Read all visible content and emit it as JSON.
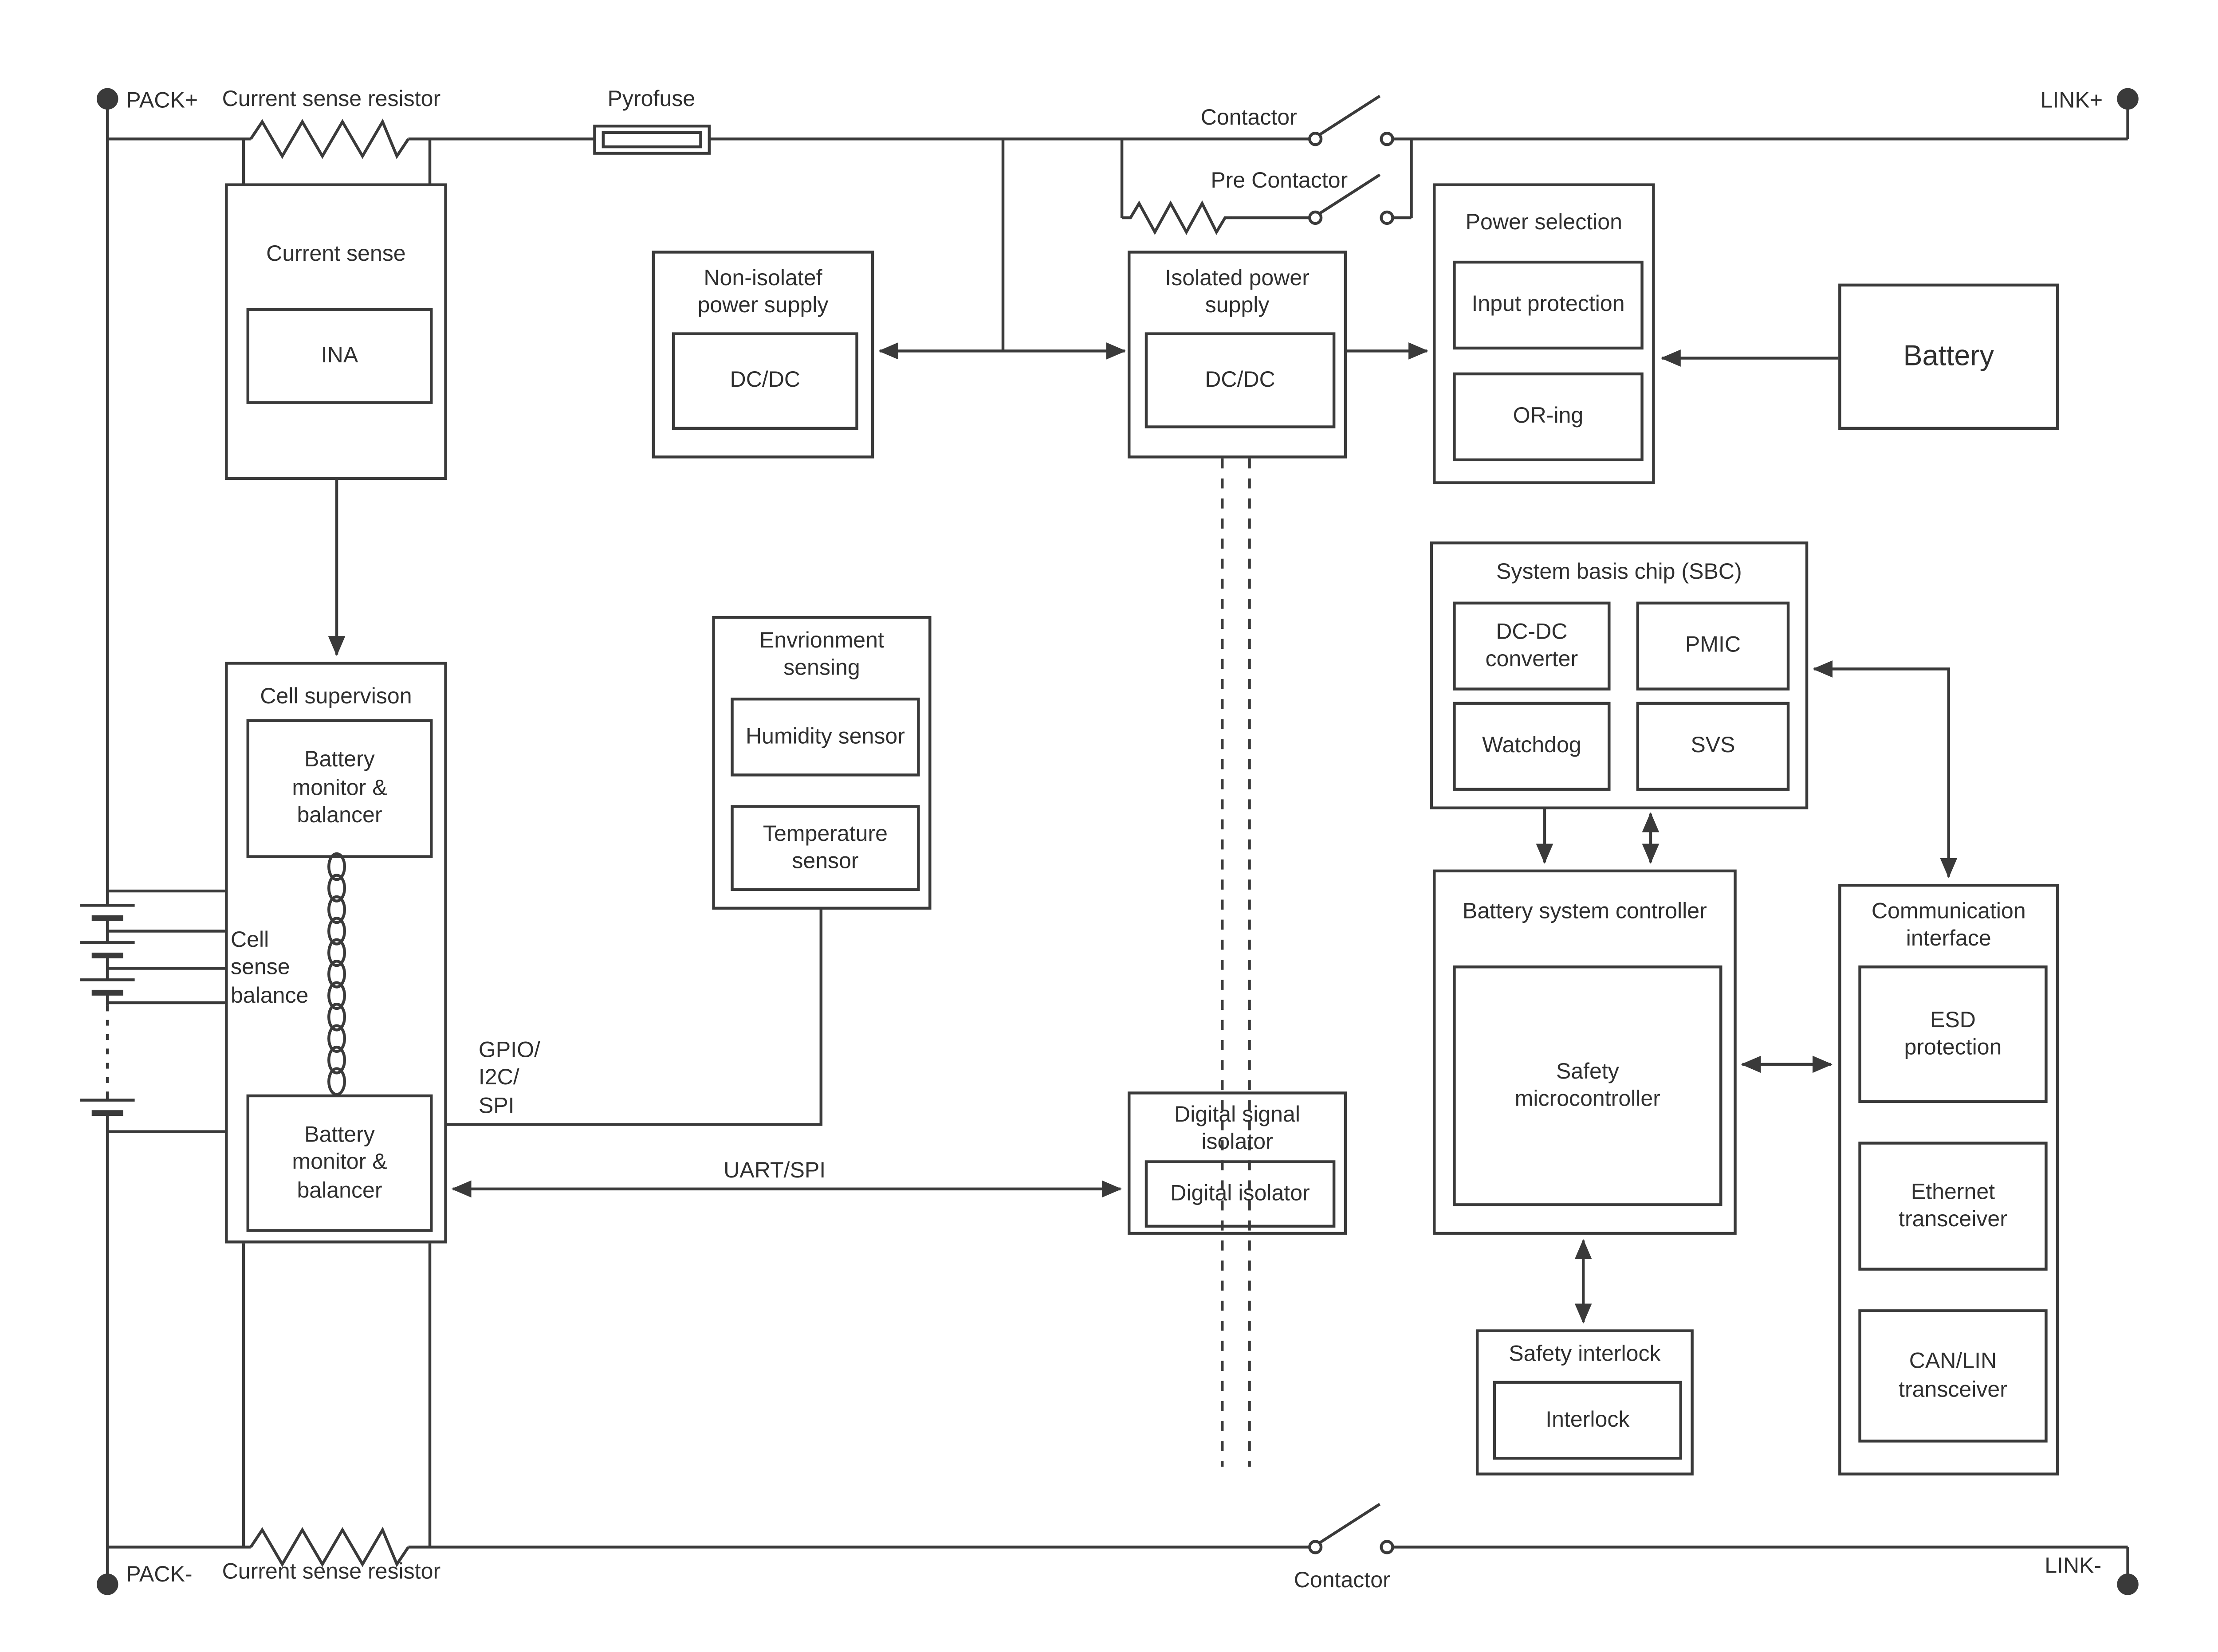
{
  "terminals": {
    "pack_plus": "PACK+",
    "pack_minus": "PACK-",
    "link_plus": "LINK+",
    "link_minus": "LINK-"
  },
  "rails": {
    "top_resistor": "Current sense resistor",
    "pyrofuse": "Pyrofuse",
    "top_contactor": "Contactor",
    "pre_contactor": "Pre Contactor",
    "bottom_resistor": "Current sense resistor",
    "bottom_contactor": "Contactor"
  },
  "buses": {
    "gpio": "GPIO/\nI2C/\nSPI",
    "uart": "UART/SPI",
    "cell_sense": "Cell\nsense\nbalance"
  },
  "blocks": {
    "current_sense": {
      "title": "Current sense",
      "ina": "INA"
    },
    "non_isolated_ps": {
      "title": "Non-isolatef power supply",
      "dcdc": "DC/DC"
    },
    "isolated_ps": {
      "title": "Isolated power supply",
      "dcdc": "DC/DC"
    },
    "power_selection": {
      "title": "Power selection",
      "input_protection": "Input protection",
      "oring": "OR-ing"
    },
    "battery": {
      "title": "Battery"
    },
    "sbc": {
      "title": "System basis chip (SBC)",
      "dcdc": "DC-DC converter",
      "pmic": "PMIC",
      "watchdog": "Watchdog",
      "svs": "SVS"
    },
    "cell_supervision": {
      "title": "Cell supervison",
      "monitor_top": "Battery monitor & balancer",
      "monitor_bottom": "Battery monitor & balancer"
    },
    "env_sensing": {
      "title": "Envrionment sensing",
      "humidity": "Humidity sensor",
      "temperature": "Temperature sensor"
    },
    "digital_isolator": {
      "title": "Digital signal isolator",
      "inner": "Digital isolator"
    },
    "bsc": {
      "title": "Battery system controller",
      "mcu": "Safety microcontroller"
    },
    "comm": {
      "title": "Communication interface",
      "esd": "ESD protection",
      "ethernet": "Ethernet transceiver",
      "canlin": "CAN/LIN transceiver"
    },
    "interlock": {
      "title": "Safety interlock",
      "inner": "Interlock"
    }
  },
  "colors": {
    "line": "#3a3a3a",
    "text": "#2f2f2f",
    "background": "#ffffff"
  }
}
